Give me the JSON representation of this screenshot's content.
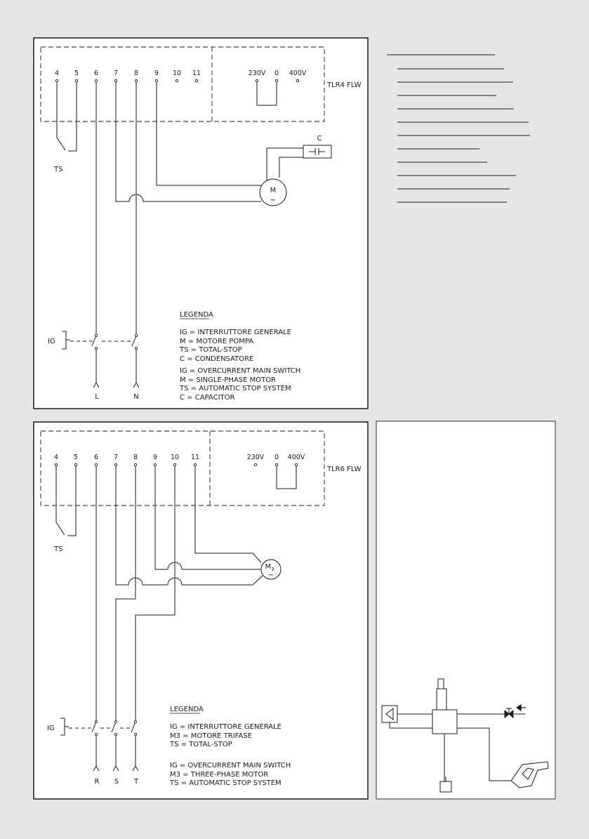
{
  "diagram1": {
    "model": "TLR4 FLW",
    "terminals": [
      "4",
      "5",
      "6",
      "7",
      "8",
      "9",
      "10",
      "11"
    ],
    "voltages": [
      "230V",
      "0",
      "400V"
    ],
    "ts_label": "TS",
    "ig_label": "IG",
    "capacitor_label": "C",
    "motor_symbol": "M",
    "motor_sub": "~",
    "supply": [
      "L",
      "N"
    ],
    "legend_title": "LEGENDA",
    "legend_it": [
      "IG = INTERRUTTORE GENERALE",
      "M = MOTORE POMPA",
      "TS = TOTAL-STOP",
      "C = CONDENSATORE"
    ],
    "legend_en": [
      "IG = OVERCURRENT MAIN SWITCH",
      "M = SINGLE-PHASE MOTOR",
      "TS = AUTOMATIC STOP SYSTEM",
      "C = CAPACITOR"
    ]
  },
  "diagram2": {
    "model": "TLR6 FLW",
    "terminals": [
      "4",
      "5",
      "6",
      "7",
      "8",
      "9",
      "10",
      "11"
    ],
    "voltages": [
      "230V",
      "0",
      "400V"
    ],
    "ts_label": "TS",
    "ig_label": "IG",
    "motor_symbol": "M",
    "motor_subscript": "3",
    "motor_sub": "~",
    "supply": [
      "R",
      "S",
      "T"
    ],
    "legend_title": "LEGENDA",
    "legend_it": [
      "IG = INTERRUTTORE GENERALE",
      "M3 = MOTORE TRIFASE",
      "TS = TOTAL-STOP"
    ],
    "legend_en": [
      "IG = OVERCURRENT MAIN SWITCH",
      "M3 = THREE-PHASE MOTOR",
      "TS = AUTOMATIC STOP SYSTEM"
    ]
  },
  "colors": {
    "background": "#e6e6e6",
    "panel": "#ffffff",
    "ink": "#1a1a1a"
  }
}
